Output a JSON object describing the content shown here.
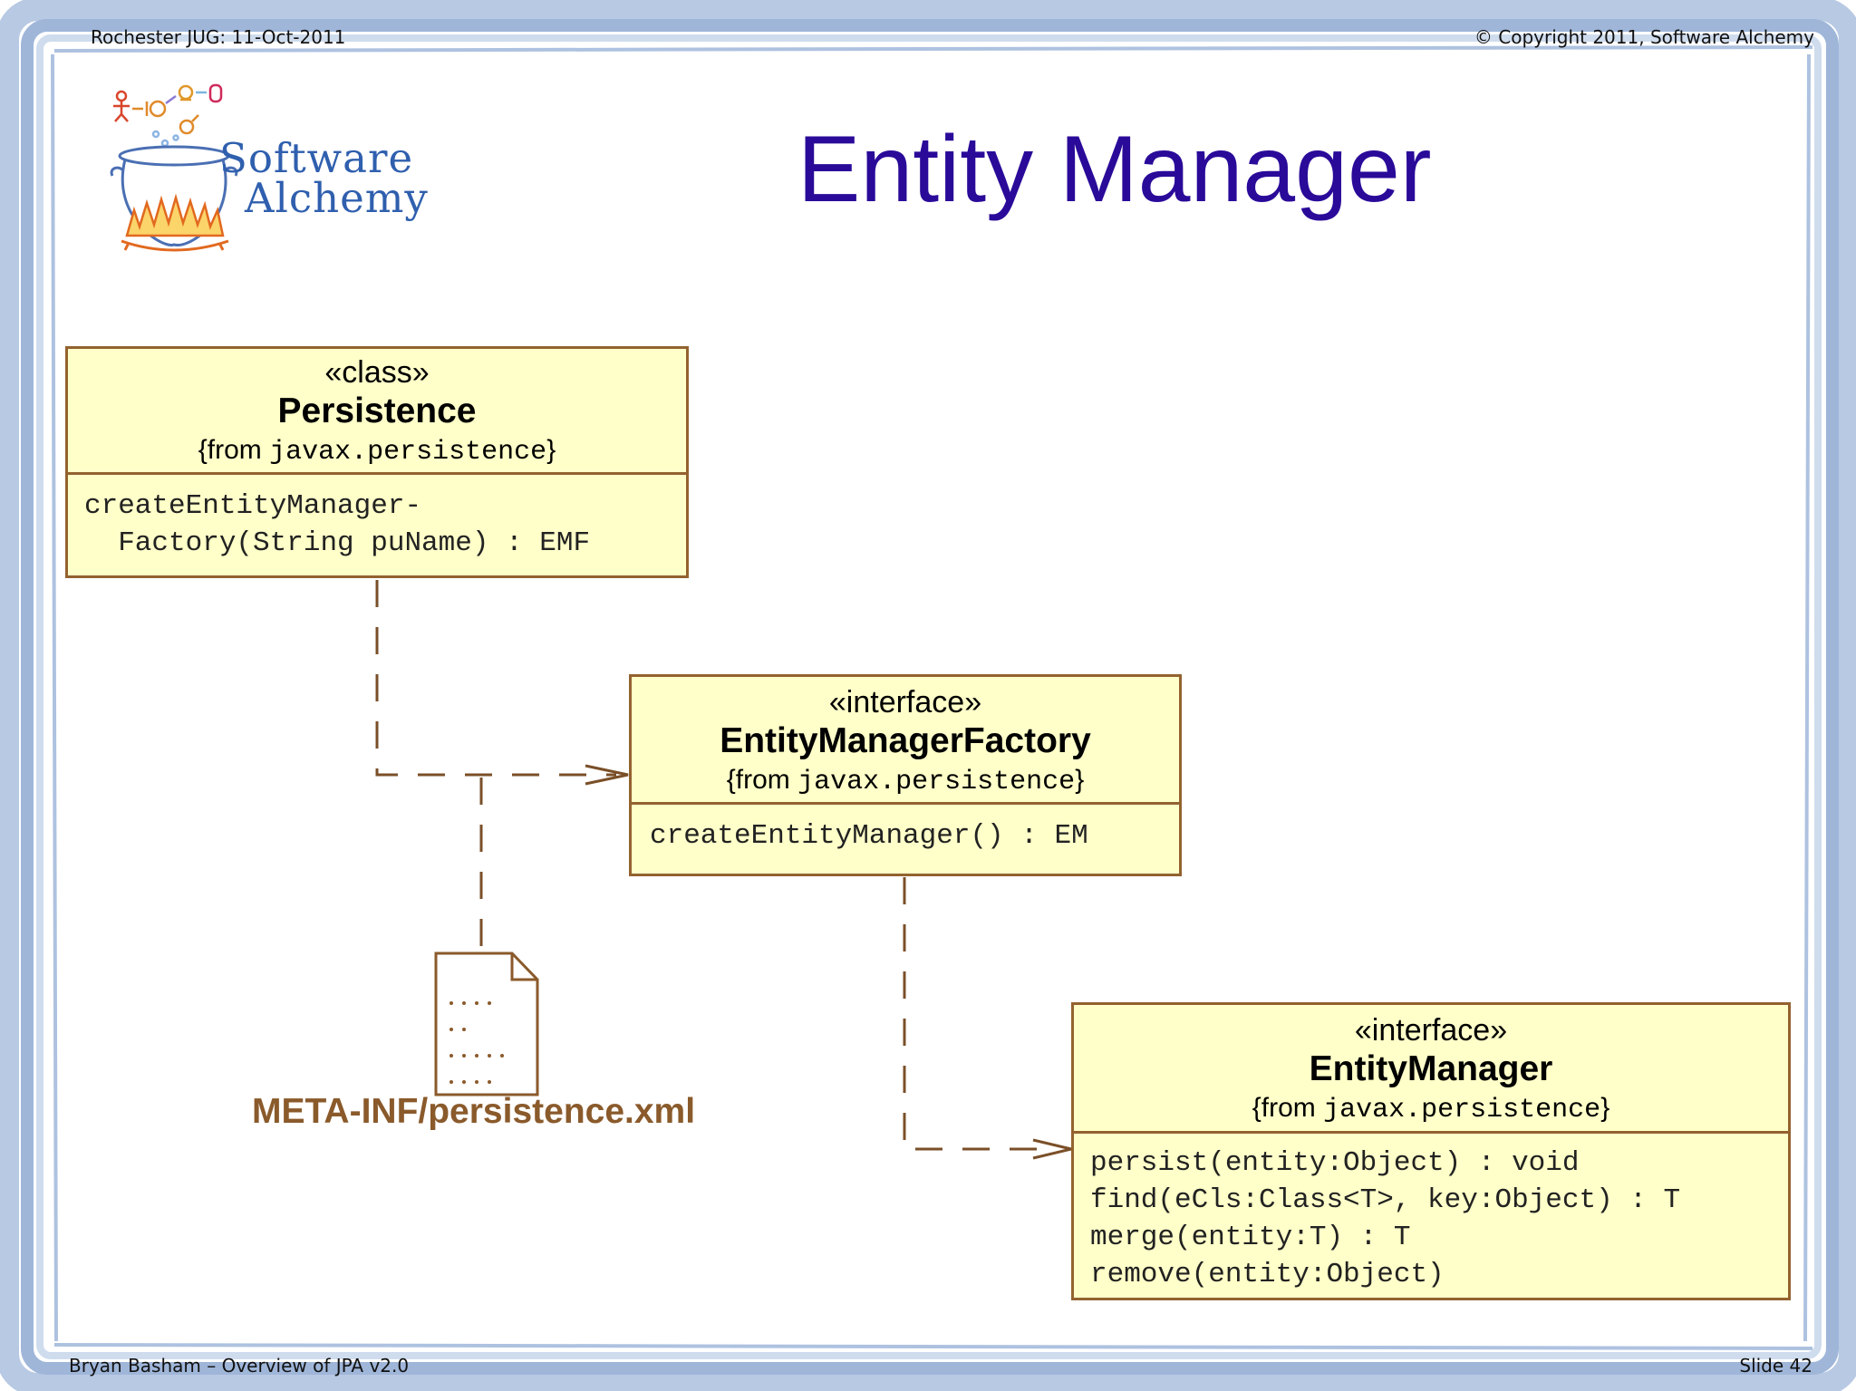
{
  "header": {
    "left": "Rochester JUG:  11-Oct-2011",
    "right": "© Copyright 2011, Software Alchemy"
  },
  "footer": {
    "left": "Bryan Basham – Overview of JPA v2.0",
    "right": "Slide 42"
  },
  "logo": {
    "line1": "Software",
    "line2": "Alchemy",
    "icon": "cauldron-icon"
  },
  "title": "Entity Manager",
  "diagram": {
    "persistence": {
      "stereotype": "«class»",
      "name": "Persistence",
      "from_prefix": "{from ",
      "package": "javax.persistence",
      "from_suffix": "}",
      "operations": "createEntityManager-\n  Factory(String puName) : EMF"
    },
    "emf": {
      "stereotype": "«interface»",
      "name": "EntityManagerFactory",
      "from_prefix": "{from ",
      "package": "javax.persistence",
      "from_suffix": "}",
      "operations": "createEntityManager() : EM"
    },
    "em": {
      "stereotype": "«interface»",
      "name": "EntityManager",
      "from_prefix": "{from ",
      "package": "javax.persistence",
      "from_suffix": "}",
      "operations": "persist(entity:Object) : void\nfind(eCls:Class<T>, key:Object) : T\nmerge(entity:T) : T\nremove(entity:Object)"
    },
    "file_label": "META-INF/persistence.xml",
    "file_icon": "document-icon"
  },
  "colors": {
    "title": "#2a0a99",
    "box_fill": "#ffffc9",
    "box_border": "#93622f",
    "connector": "#7a4f28",
    "file_label": "#8a5a2b",
    "frame": "#9fb6d9"
  }
}
